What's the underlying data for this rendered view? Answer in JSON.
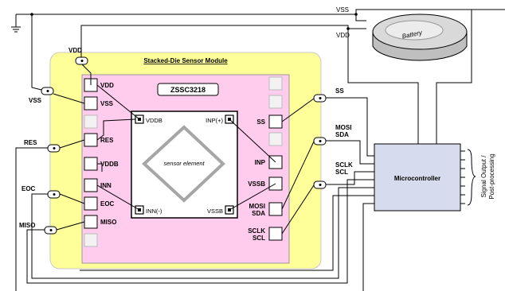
{
  "module": {
    "title": "Stacked-Die Sensor Module"
  },
  "chip": {
    "name": "ZSSC3218"
  },
  "sensor": {
    "label": "sensor element",
    "vddb": "VDDB",
    "inn": "INN(-)",
    "inp": "INP(+)",
    "vssb": "VSSB"
  },
  "left_pins": {
    "vdd": "VDD",
    "vss": "VSS",
    "res": "RES",
    "vddb": "VDDB",
    "inn": "INN",
    "eoc": "EOC",
    "miso": "MISO"
  },
  "right_pins": {
    "ss": "SS",
    "inp": "INP",
    "vssb": "VSSB",
    "mosi": "MOSI",
    "sda": "SDA",
    "sclk": "SCLK",
    "scl": "SCL"
  },
  "external": {
    "vdd_label": "VDD",
    "vss_label": "VSS",
    "res_label": "RES",
    "eoc_label": "EOC",
    "miso_label": "MISO",
    "ss_label": "SS",
    "mosi_label": "MOSI",
    "sda_label": "SDA",
    "sclk_label": "SCLK",
    "scl_label": "SCL",
    "rail_vss": "VSS",
    "rail_vdd": "VDD"
  },
  "battery": {
    "label": "Battery"
  },
  "mcu": {
    "label": "Microcontroller"
  },
  "signal_output": {
    "line1": "Signal Output /",
    "line2": "Post-processing"
  },
  "colors": {
    "module_fill": "#ffff99",
    "chip_fill": "#ffccee",
    "mcu_fill": "#d6dcee",
    "battery_fill": "#d9d9d9"
  }
}
